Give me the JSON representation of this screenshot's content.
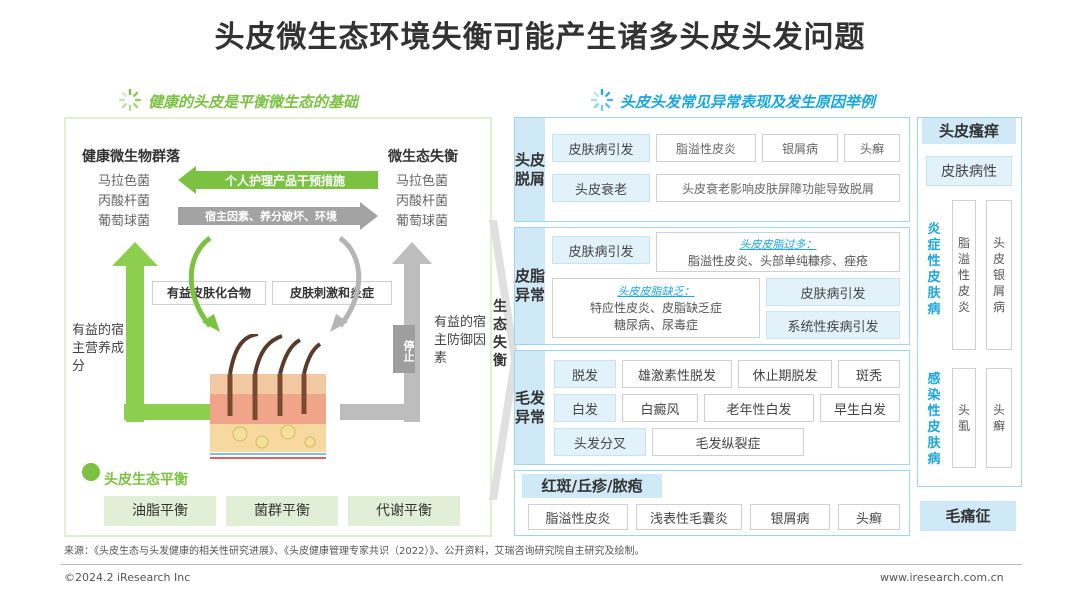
{
  "title": "头皮微生态环境失衡可能产生诸多头皮头发问题",
  "left": {
    "heading": "健康的头皮是平衡微生态的基础",
    "healthy": {
      "title": "健康微生物群落",
      "items": [
        "马拉色菌",
        "丙酸杆菌",
        "葡萄球菌"
      ]
    },
    "imbalance": {
      "title": "微生态失衡",
      "items": [
        "马拉色菌",
        "丙酸杆菌",
        "葡萄球菌"
      ]
    },
    "arrow_care": "个人护理产品干预措施",
    "arrow_factors": "宿主因素、养分破坏、环境",
    "chip_beneficial": "有益皮肤化合物",
    "chip_irritation": "皮肤刺激和炎症",
    "nutrients": "有益的宿主营养成分",
    "defense": "有益的宿主防御因素",
    "stop": "停止",
    "balance_title": "头皮生态平衡",
    "balance_items": [
      "油脂平衡",
      "菌群平衡",
      "代谢平衡"
    ]
  },
  "middle_label": "生态失衡",
  "right": {
    "heading": "头皮头发常见异常表现及发生原因举例",
    "dandruff": {
      "label": "头皮脱屑",
      "row1": [
        "皮肤病引发",
        "脂溢性皮炎",
        "银屑病",
        "头癣"
      ],
      "row2": [
        "头皮衰老",
        "头皮衰老影响皮肤屏障功能导致脱屑"
      ]
    },
    "sebum": {
      "label": "皮脂异常",
      "cause1": "皮肤病引发",
      "excess_title": "头皮皮脂过多：",
      "excess_text": "脂溢性皮炎、头部单纯糠疹、痤疮",
      "lack_title": "头皮皮脂缺乏：",
      "lack_text": [
        "特应性皮炎、皮脂缺乏症",
        "糖尿病、尿毒症"
      ],
      "cause2": "皮肤病引发",
      "cause3": "系统性疾病引发"
    },
    "hair": {
      "label": "毛发异常",
      "row1": [
        "脱发",
        "雄激素性脱发",
        "休止期脱发",
        "斑秃"
      ],
      "row2": [
        "白发",
        "白癜风",
        "老年性白发",
        "早生白发"
      ],
      "row3": [
        "头发分叉",
        "毛发纵裂症"
      ]
    },
    "erythema": {
      "label": "红斑/丘疹/脓疱",
      "items": [
        "脂溢性皮炎",
        "浅表性毛囊炎",
        "银屑病",
        "头癣"
      ]
    },
    "itch": {
      "title": "头皮瘙痒",
      "skin": "皮肤病性",
      "inflammatory": "炎症性皮肤病",
      "infectious": "感染性皮肤病",
      "inf_items": [
        "脂溢性皮炎",
        "头皮银屑病"
      ],
      "infect_items": [
        "头虱",
        "头癣"
      ]
    },
    "hair_pain": "毛痛征"
  },
  "footer": {
    "source": "来源：《头皮生态与头发健康的相关性研究进展》、《头皮健康管理专家共识（2022）》、公开资料，艾瑞咨询研究院自主研究及绘制。",
    "copyright": "©2024.2 iResearch Inc",
    "url": "www.iresearch.com.cn"
  },
  "colors": {
    "green": "#7cc242",
    "blue": "#1aa6df",
    "light_blue": "#cfe9f7",
    "light_green": "#e1efd6"
  }
}
